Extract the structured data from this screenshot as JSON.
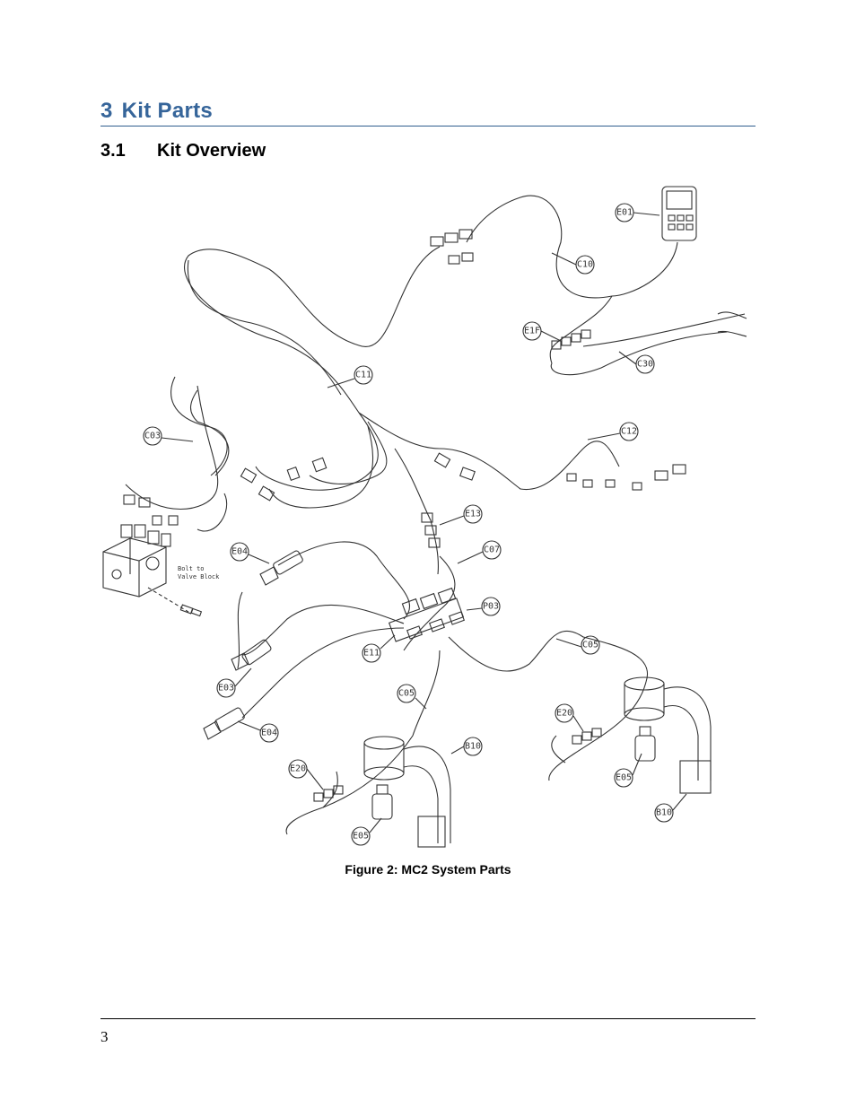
{
  "chapter": {
    "number": "3",
    "title": "Kit Parts"
  },
  "section": {
    "number": "3.1",
    "title": "Kit Overview"
  },
  "figure": {
    "caption": "Figure 2: MC2 System Parts",
    "note_lines": [
      "Bolt to",
      "Valve Block"
    ],
    "labels": {
      "e01": "E01",
      "c10": "C10",
      "e1f": "E1F",
      "c30": "C30",
      "c11": "C11",
      "c03": "C03",
      "c12": "C12",
      "e13": "E13",
      "c07": "C07",
      "e04a": "E04",
      "p03": "P03",
      "c05a": "C05",
      "e11": "E11",
      "e03": "E03",
      "c05b": "C05",
      "e04b": "E04",
      "b10a": "B10",
      "e20a": "E20",
      "e20b": "E20",
      "e05a": "E05",
      "e05b": "E05",
      "b10b": "B10"
    }
  },
  "footer": {
    "page_number": "3"
  }
}
